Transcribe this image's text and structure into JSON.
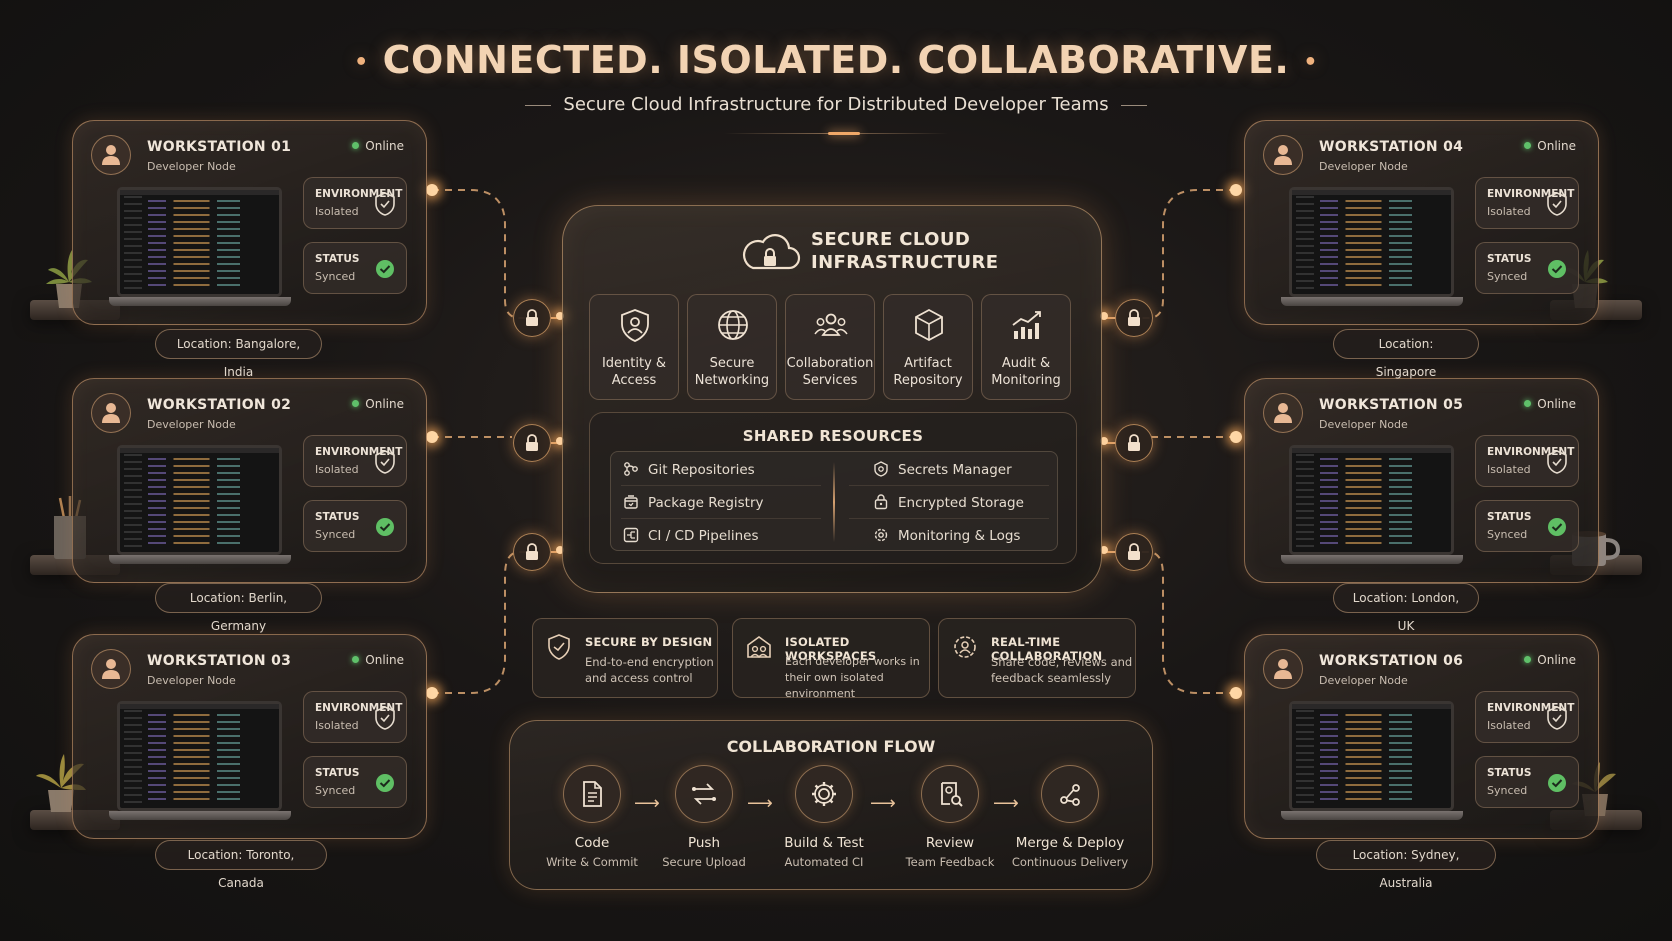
{
  "header": {
    "title": "CONNECTED. ISOLATED. COLLABORATIVE.",
    "subtitle": "Secure Cloud Infrastructure for Distributed Developer Teams"
  },
  "workstation_common": {
    "role": "Developer Node",
    "status_text": "Online",
    "environment_label": "ENVIRONMENT",
    "environment_value": "Isolated",
    "status_label": "STATUS",
    "status_value": "Synced"
  },
  "workstations": [
    {
      "name": "WORKSTATION 01",
      "location": "Location: Bangalore, India"
    },
    {
      "name": "WORKSTATION 02",
      "location": "Location: Berlin, Germany"
    },
    {
      "name": "WORKSTATION 03",
      "location": "Location: Toronto, Canada"
    },
    {
      "name": "WORKSTATION 04",
      "location": "Location: Singapore"
    },
    {
      "name": "WORKSTATION 05",
      "location": "Location: London, UK"
    },
    {
      "name": "WORKSTATION 06",
      "location": "Location: Sydney, Australia"
    }
  ],
  "infrastructure": {
    "title_line1": "SECURE CLOUD",
    "title_line2": "INFRASTRUCTURE",
    "services": [
      {
        "line1": "Identity &",
        "line2": "Access",
        "icon": "shield-person-icon"
      },
      {
        "line1": "Secure",
        "line2": "Networking",
        "icon": "globe-icon"
      },
      {
        "line1": "Collaboration",
        "line2": "Services",
        "icon": "team-icon"
      },
      {
        "line1": "Artifact",
        "line2": "Repository",
        "icon": "cube-icon"
      },
      {
        "line1": "Audit &",
        "line2": "Monitoring",
        "icon": "bar-chart-icon"
      }
    ],
    "shared_title": "SHARED RESOURCES",
    "resources_left": [
      "Git Repositories",
      "Package Registry",
      "CI / CD Pipelines"
    ],
    "resources_right": [
      "Secrets Manager",
      "Encrypted Storage",
      "Monitoring & Logs"
    ]
  },
  "features": [
    {
      "title": "SECURE BY DESIGN",
      "line1": "End-to-end encryption",
      "line2": "and access control",
      "icon": "shield-check-icon"
    },
    {
      "title": "ISOLATED WORKSPACES",
      "line1": "Each developer works in",
      "line2": "their own isolated environment",
      "icon": "workspace-icon"
    },
    {
      "title": "REAL-TIME COLLABORATION",
      "line1": "Share code, reviews and",
      "line2": "feedback seamlessly",
      "icon": "collab-gear-icon"
    }
  ],
  "flow": {
    "title": "COLLABORATION FLOW",
    "steps": [
      {
        "label": "Code",
        "sub": "Write & Commit",
        "icon": "document-icon"
      },
      {
        "label": "Push",
        "sub": "Secure Upload",
        "icon": "transfer-icon"
      },
      {
        "label": "Build & Test",
        "sub": "Automated CI",
        "icon": "gear-icon"
      },
      {
        "label": "Review",
        "sub": "Team Feedback",
        "icon": "review-icon"
      },
      {
        "label": "Merge & Deploy",
        "sub": "Continuous Delivery",
        "icon": "merge-icon"
      }
    ]
  },
  "colors": {
    "accent": "#f0a868",
    "online": "#5fc06a",
    "background": "#1a1716"
  }
}
